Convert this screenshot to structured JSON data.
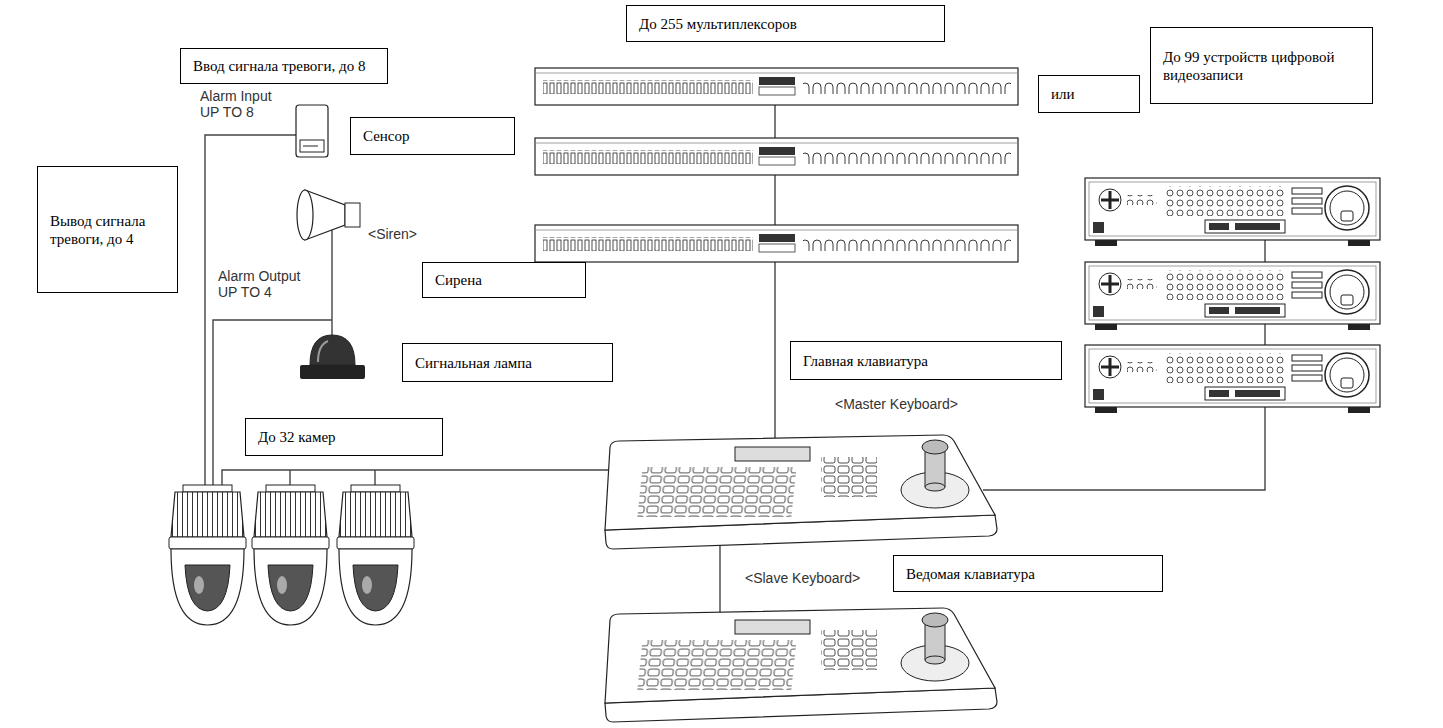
{
  "diagram": {
    "nodes": [
      {
        "text": [
          "Ввод сигнала тревоги, до 8"
        ]
      },
      {
        "text": [
          "До 255 мультиплексоров"
        ]
      },
      {
        "text": [
          "или"
        ]
      },
      {
        "text": [
          "До 99 устройств цифровой видеозаписи"
        ]
      },
      {
        "text": [
          "Сенсор"
        ]
      },
      {
        "text": [
          "Вывод сигнала тревоги, до 4"
        ]
      },
      {
        "text": [
          "Сирена"
        ]
      },
      {
        "text": [
          "Сигнальная лампа"
        ]
      },
      {
        "text": [
          "Главная клавиатура"
        ]
      },
      {
        "text": [
          "До 32 камер"
        ]
      },
      {
        "text": [
          "Ведомая клавиатура"
        ]
      }
    ],
    "labels": [
      "Alarm Input UP TO 8",
      "Alarm Output UP TO 4",
      "<Siren>",
      "<Master Keyboard>",
      "<Slave Keyboard>"
    ]
  }
}
